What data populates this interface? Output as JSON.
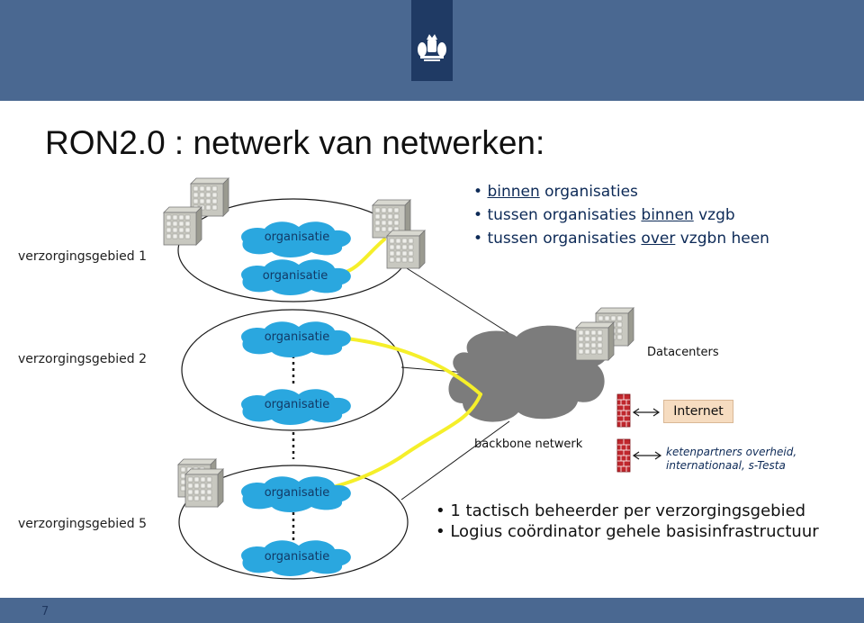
{
  "title": "RON2.0 : netwerk van netwerken:",
  "page_number": "7",
  "regions": [
    {
      "label": "verzorgingsgebied 1",
      "orgs": [
        "organisatie",
        "organisatie"
      ]
    },
    {
      "label": "verzorgingsgebied 2",
      "orgs": [
        "organisatie",
        "organisatie"
      ]
    },
    {
      "label": "verzorgingsgebied 5",
      "orgs": [
        "organisatie",
        "organisatie"
      ]
    }
  ],
  "scope_bullets": {
    "b1": {
      "u": "binnen",
      "rest": " organisaties"
    },
    "b2": {
      "pre": "tussen organisaties ",
      "u": "binnen",
      "rest": " vzgb"
    },
    "b3": {
      "pre": "tussen organisaties ",
      "u": "over",
      "rest": " vzgbn heen"
    }
  },
  "backbone_label": "backbone netwerk",
  "datacenters_label": "Datacenters",
  "internet_label": "Internet",
  "ketenpartners": [
    "ketenpartners overheid,",
    "internationaal, s-Testa"
  ],
  "roles": [
    "1 tactisch beheerder per verzorgingsgebied",
    "Logius coördinator gehele basisinfrastructuur"
  ],
  "colors": {
    "header": "#4a6891",
    "logo_block": "#1f3a64",
    "org_cloud": "#2aa7df",
    "backbone_cloud": "#7c7c7c",
    "link": "#f5ef2a",
    "firewall": "#c0272d",
    "internet_box": "#f6dcc0"
  }
}
